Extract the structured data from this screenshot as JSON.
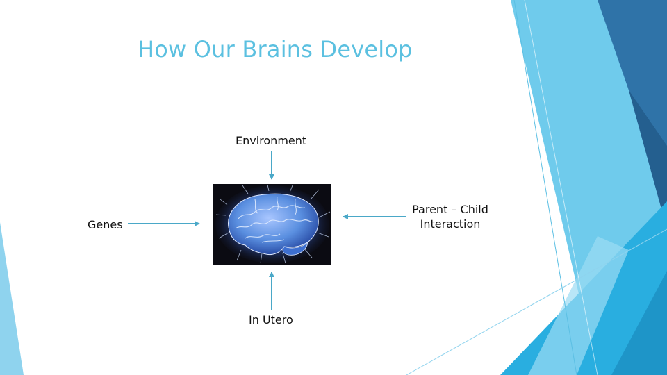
{
  "slide": {
    "title": "How Our Brains Develop"
  },
  "diagram": {
    "center_image": "brain-illustration",
    "inputs": [
      {
        "id": "environment",
        "label": "Environment",
        "direction": "from-top"
      },
      {
        "id": "genes",
        "label": "Genes",
        "direction": "from-left"
      },
      {
        "id": "parent_child",
        "label_line1": "Parent – Child",
        "label_line2": "Interaction",
        "direction": "from-right"
      },
      {
        "id": "in_utero",
        "label": "In Utero",
        "direction": "from-bottom"
      }
    ]
  },
  "colors": {
    "title": "#5bc0e0",
    "arrow": "#4aa8c8",
    "accent_light": "#8fd3ee",
    "accent_mid": "#3bb0e0",
    "accent_dark": "#2f6f9e",
    "brain_blue": "#5a8fe0"
  }
}
